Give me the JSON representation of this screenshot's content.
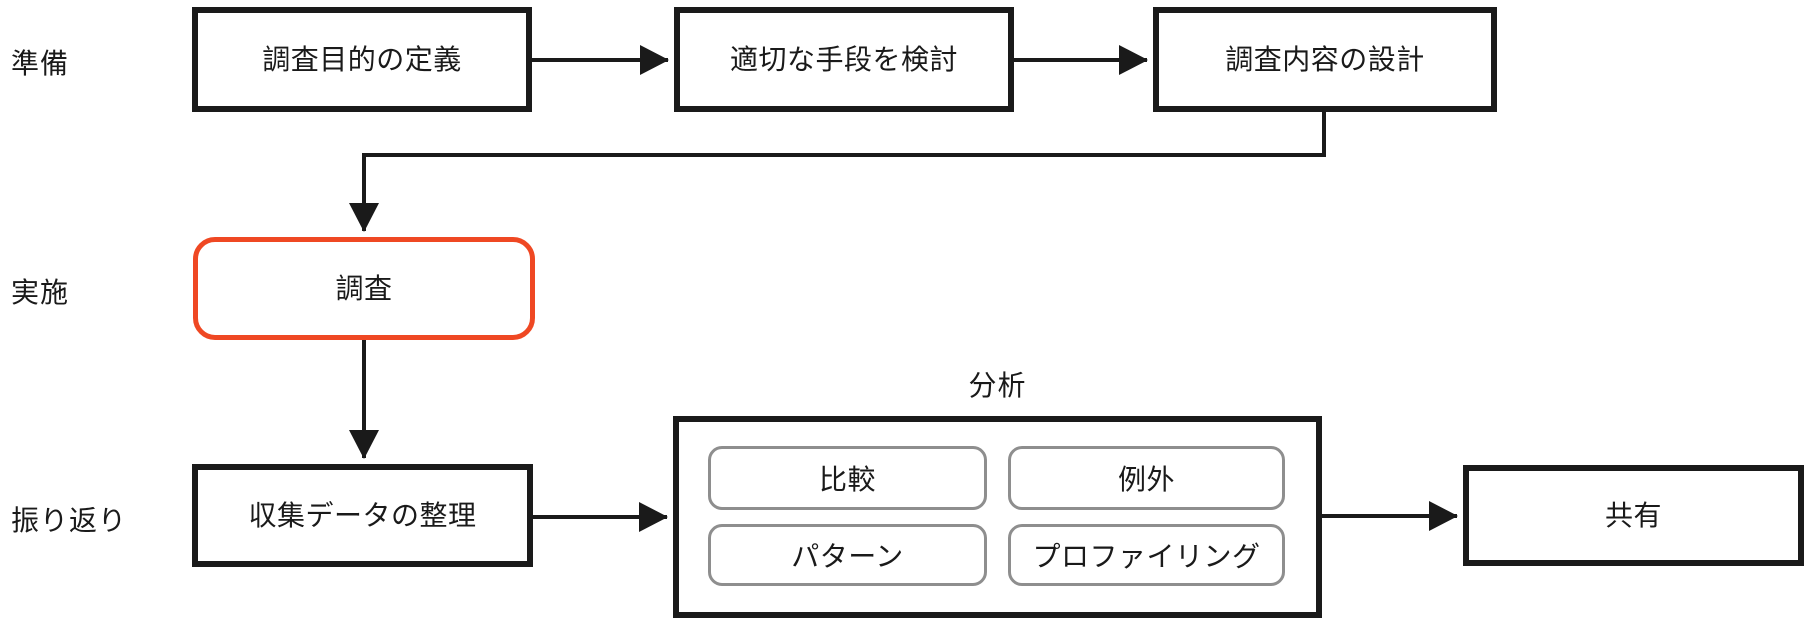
{
  "diagram": {
    "row_labels": [
      {
        "label": "準備"
      },
      {
        "label": "実施"
      },
      {
        "label": "振り返り"
      }
    ],
    "nodes": {
      "define_purpose": "調査目的の定義",
      "consider_method": "適切な手段を検討",
      "design_content": "調査内容の設計",
      "survey": "調査",
      "organize_data": "収集データの整理",
      "share": "共有"
    },
    "analysis_group": {
      "title": "分析",
      "items": {
        "compare": "比較",
        "exception": "例外",
        "pattern": "パターン",
        "profiling": "プロファイリング"
      }
    },
    "colors": {
      "line": "#1a1a1a",
      "highlight_border": "#ef4823",
      "subnode_border": "#8e8e8e",
      "background": "#ffffff"
    }
  }
}
